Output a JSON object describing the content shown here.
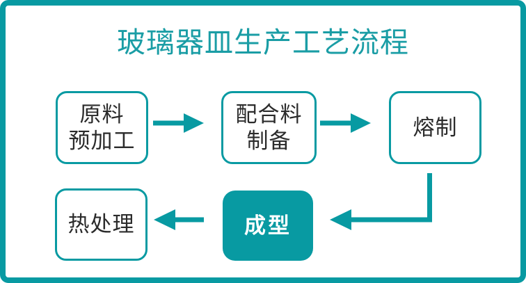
{
  "title": "玻璃器皿生产工艺流程",
  "colors": {
    "accent": "#089aa2",
    "title": "#1a9da5",
    "node_border": "#089aa2",
    "node_text": "#2b2b2b",
    "filled_node_text": "#ffffff",
    "background": "#ffffff"
  },
  "diagram": {
    "type": "flowchart",
    "nodes": [
      {
        "id": "raw-material-preprocessing",
        "lines": [
          "原料",
          "预加工"
        ],
        "variant": "outline"
      },
      {
        "id": "batch-preparation",
        "lines": [
          "配合料",
          "制备"
        ],
        "variant": "outline"
      },
      {
        "id": "melting",
        "lines": [
          "熔制"
        ],
        "variant": "outline"
      },
      {
        "id": "forming",
        "lines": [
          "成型"
        ],
        "variant": "filled"
      },
      {
        "id": "heat-treatment",
        "lines": [
          "热处理"
        ],
        "variant": "outline"
      }
    ],
    "edges": [
      {
        "from": "raw-material-preprocessing",
        "to": "batch-preparation",
        "shape": "straight-right"
      },
      {
        "from": "batch-preparation",
        "to": "melting",
        "shape": "straight-right"
      },
      {
        "from": "melting",
        "to": "forming",
        "shape": "elbow-down-left"
      },
      {
        "from": "forming",
        "to": "heat-treatment",
        "shape": "straight-left"
      }
    ]
  }
}
